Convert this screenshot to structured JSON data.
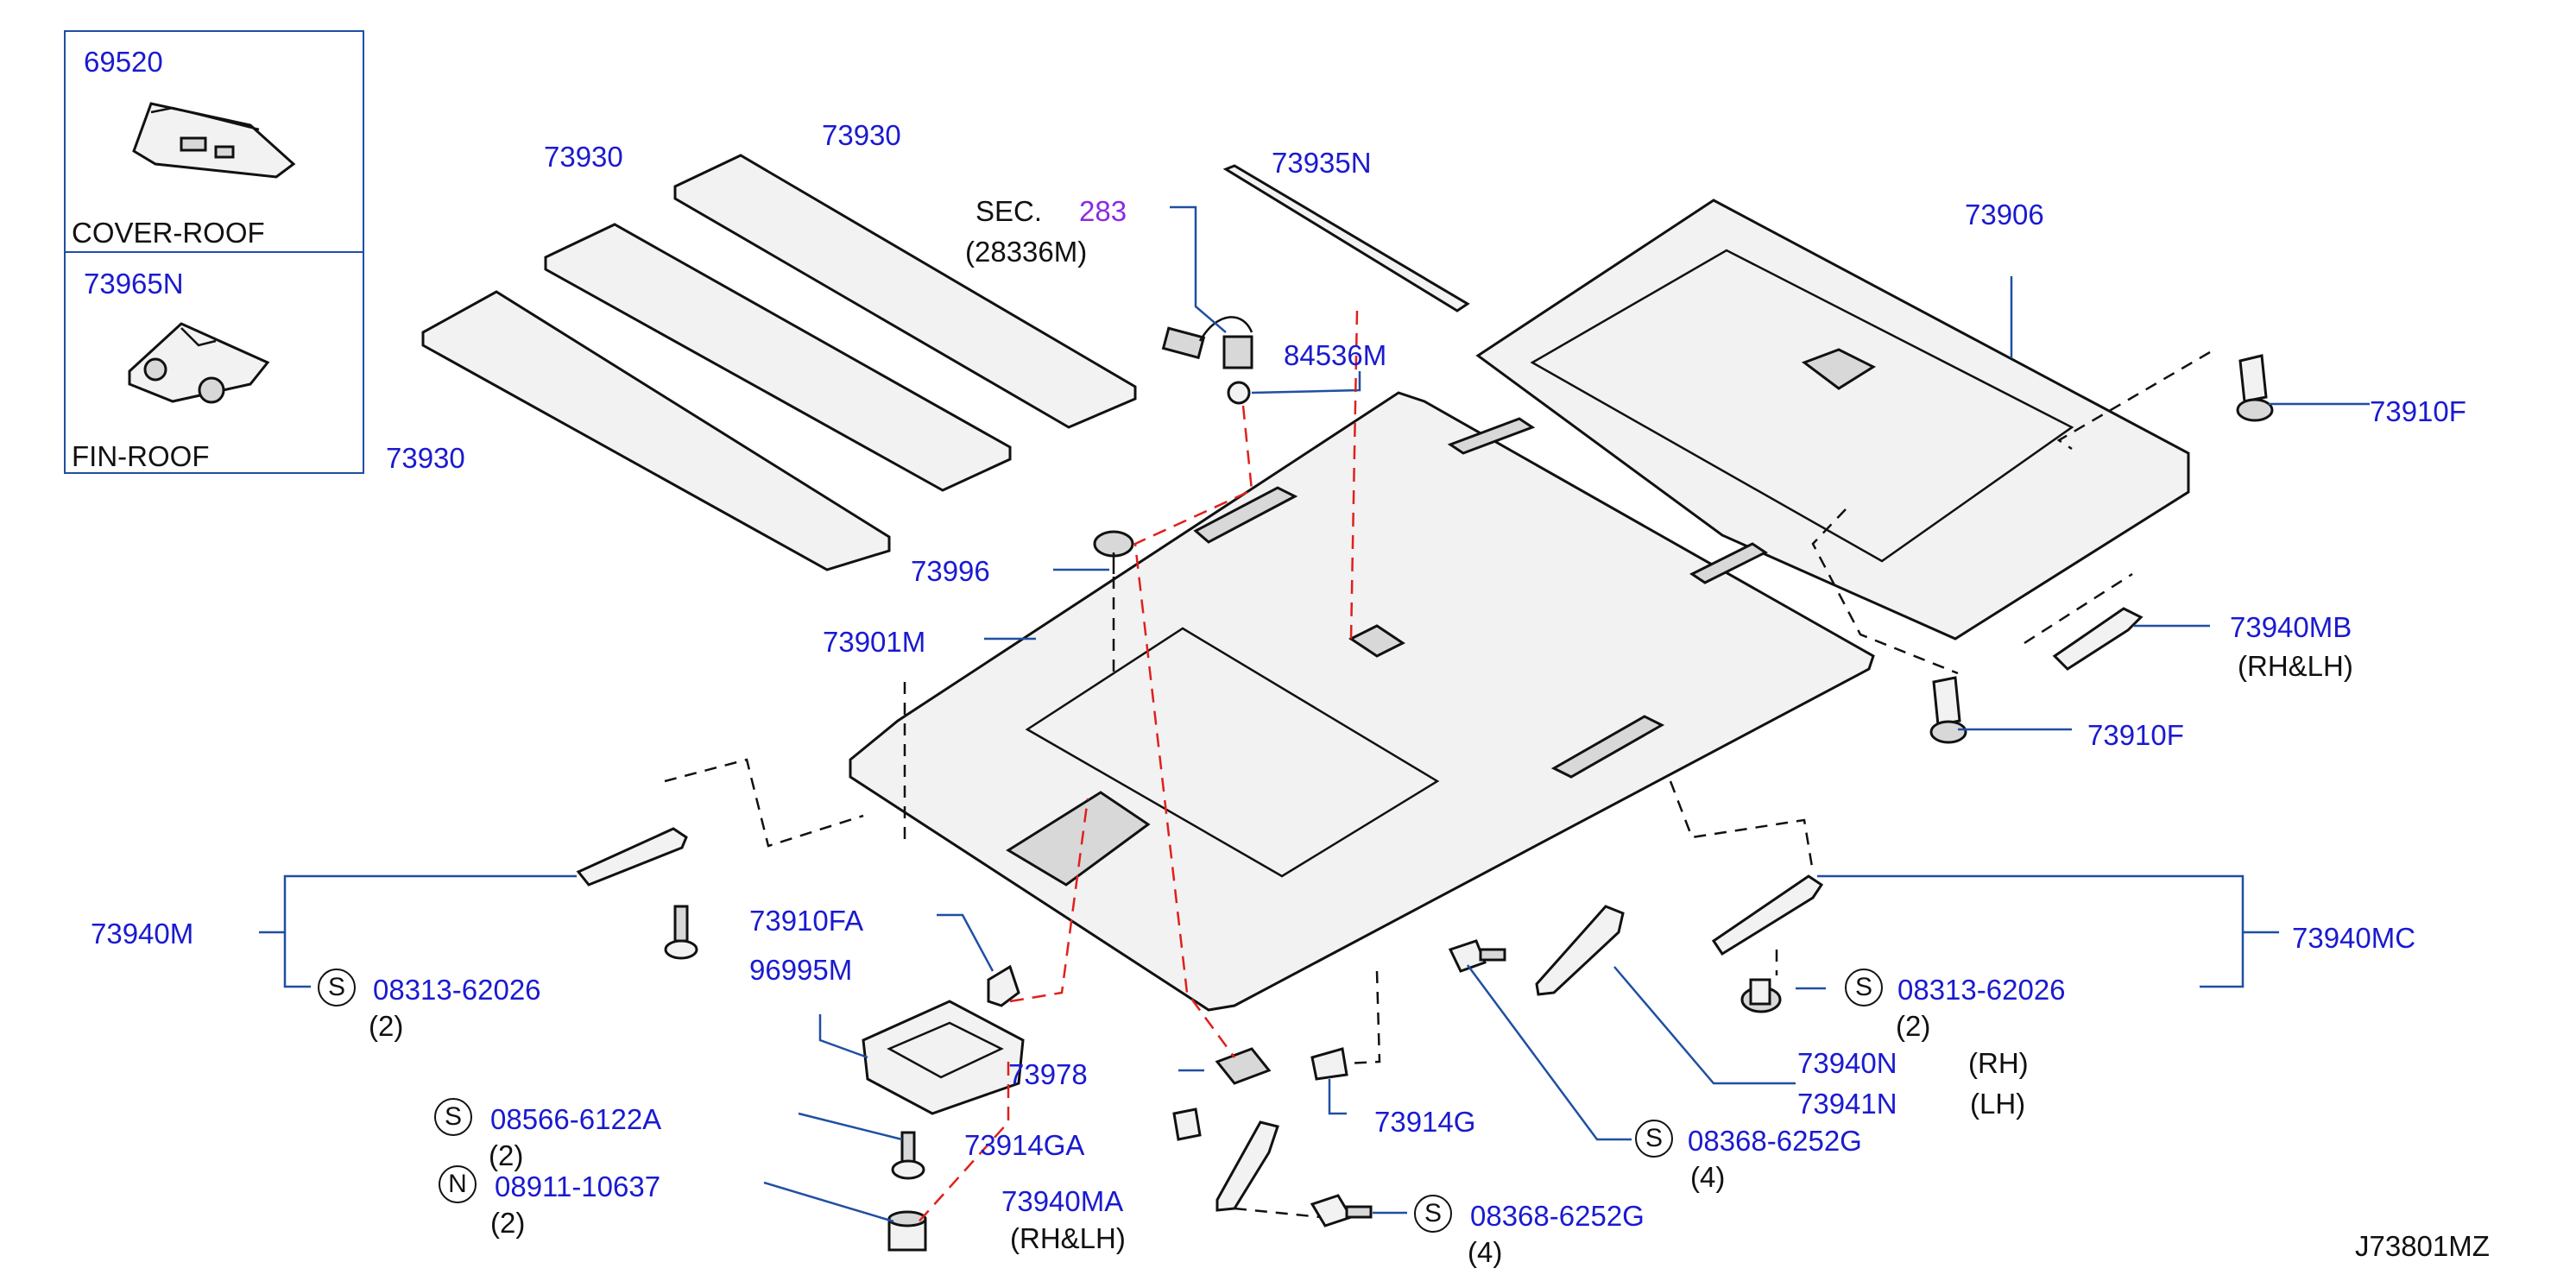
{
  "diagram_code": "J73801MZ",
  "sec": {
    "prefix": "SEC.",
    "number": "283",
    "sub": "(28336M)"
  },
  "inset": [
    {
      "part_no": "69520",
      "name": "COVER-ROOF"
    },
    {
      "part_no": "73965N",
      "name": "FIN-ROOF"
    }
  ],
  "labels": {
    "p73930_a": "73930",
    "p73930_b": "73930",
    "p73930_c": "73930",
    "p73935N": "73935N",
    "p73906": "73906",
    "p84536M": "84536M",
    "p73910F_a": "73910F",
    "p73910F_b": "73910F",
    "p73996": "73996",
    "p73901M": "73901M",
    "p73940MB": "73940MB",
    "p73940MB_side": "(RH&LH)",
    "p73940M": "73940M",
    "p73940MC": "73940MC",
    "p73910FA": "73910FA",
    "p96995M": "96995M",
    "p73978": "73978",
    "p73914G": "73914G",
    "p73914GA": "73914GA",
    "p73940MA": "73940MA",
    "p73940MA_side": "(RH&LH)",
    "p73940N": "73940N",
    "p73940N_side": "(RH)",
    "p73941N": "73941N",
    "p73941N_side": "(LH)"
  },
  "fasteners": [
    {
      "symbol": "S",
      "part_no": "08313-62026",
      "qty": "(2)"
    },
    {
      "symbol": "S",
      "part_no": "08313-62026",
      "qty": "(2)"
    },
    {
      "symbol": "S",
      "part_no": "08566-6122A",
      "qty": "(2)"
    },
    {
      "symbol": "N",
      "part_no": "08911-10637",
      "qty": "(2)"
    },
    {
      "symbol": "S",
      "part_no": "08368-6252G",
      "qty": "(4)"
    },
    {
      "symbol": "S",
      "part_no": "08368-6252G",
      "qty": "(4)"
    }
  ]
}
